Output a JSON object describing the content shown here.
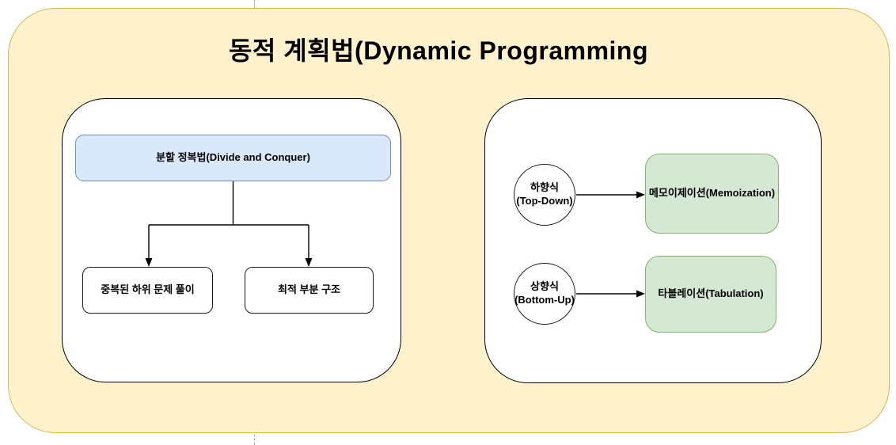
{
  "title": "동적 계획법(Dynamic Programming",
  "colors": {
    "container_fill": "#fff2cc",
    "container_border": "#d6b656",
    "panel_fill": "#ffffff",
    "panel_border": "#000000",
    "blue_node_fill": "#dae8fc",
    "blue_node_border": "#6c8ebf",
    "green_node_fill": "#d5e8d4",
    "green_node_border": "#82b366",
    "connector_color": "#000000",
    "guide_line_color": "#a6a6a6"
  },
  "left_panel": {
    "root_node": "분할 정복법(Divide and Conquer)",
    "child_nodes": [
      "중복된 하위 문제 풀이",
      "최적 부분 구조"
    ]
  },
  "right_panel": {
    "rows": [
      {
        "circle": {
          "line1": "하향식",
          "line2": "(Top-Down)"
        },
        "target": "메모이제이션(Memoization)"
      },
      {
        "circle": {
          "line1": "상향식",
          "line2": "(Bottom-Up)"
        },
        "target": "타블레이션(Tabulation)"
      }
    ]
  }
}
